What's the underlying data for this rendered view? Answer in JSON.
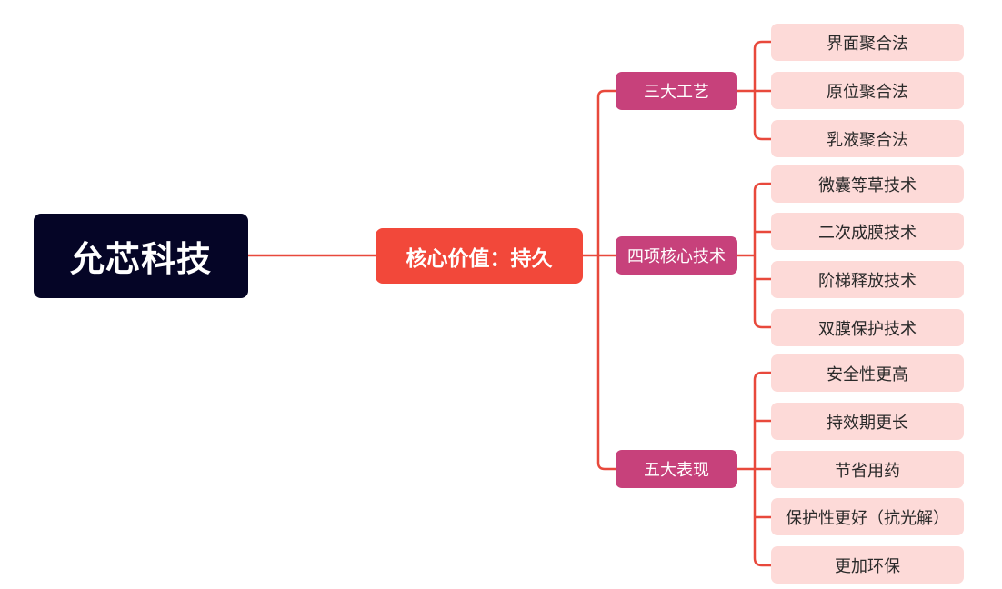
{
  "root": {
    "label": "允芯科技"
  },
  "core": {
    "label": "核心价值：持久"
  },
  "branches": [
    {
      "label": "三大工艺",
      "items": [
        "界面聚合法",
        "原位聚合法",
        "乳液聚合法"
      ]
    },
    {
      "label": "四项核心技术",
      "items": [
        "微囊等草技术",
        "二次成膜技术",
        "阶梯释放技术",
        "双膜保护技术"
      ]
    },
    {
      "label": "五大表现",
      "items": [
        "安全性更高",
        "持效期更长",
        "节省用药",
        "保护性更好（抗光解）",
        "更加环保"
      ]
    }
  ],
  "colors": {
    "connector": "#e8493c",
    "root_bg": "#050526",
    "core_bg": "#f2483a",
    "branch_bg": "#c7417b",
    "leaf_bg": "#fddad8"
  }
}
